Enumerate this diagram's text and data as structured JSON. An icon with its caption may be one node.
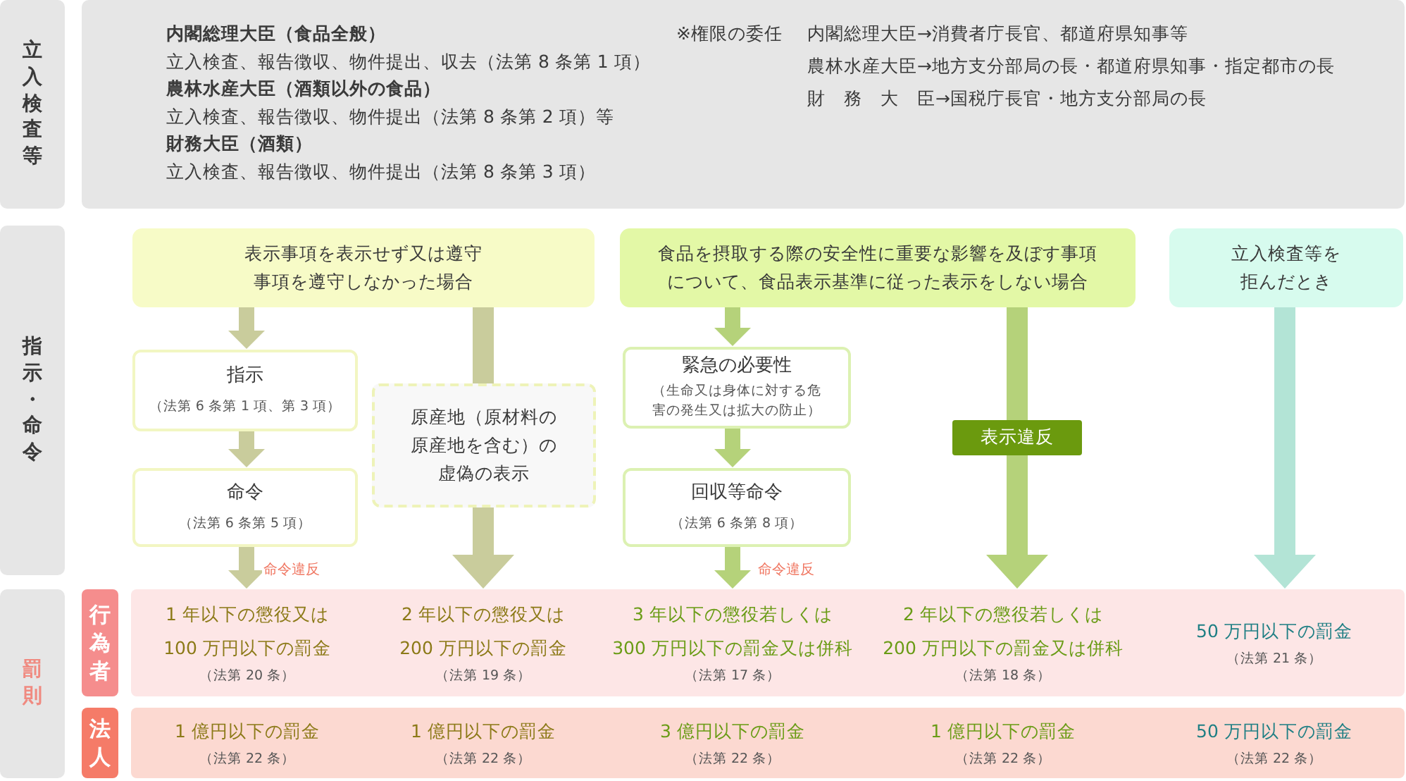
{
  "diagram": {
    "nodes": [
      {
        "text": [
          "立入検査等"
        ]
      },
      {
        "text": [
          "内閣総理大臣（食品全般）",
          "立入検査、報告徴収、物件提出、収去（法第 8 条第 1 項）",
          "農林水産大臣（酒類以外の食品）",
          "立入検査、報告徴収、物件提出（法第 8 条第 2 項）等",
          "財務大臣（酒類）",
          "立入検査、報告徴収、物件提出（法第 8 条第 3 項）",
          "※権限の委任",
          "内閣総理大臣→消費者庁長官、都道府県知事等",
          "農林水産大臣→地方支分部局の長・都道府県知事・指定都市の長",
          "財　務　大　臣→国税庁長官・地方支分部局の長"
        ]
      },
      {
        "text": [
          "指示・命令"
        ]
      },
      {
        "text": [
          "表示事項を表示せず又は遵守事項を遵守しなかった場合"
        ]
      },
      {
        "text": [
          "食品を摂取する際の安全性に重要な影響を及ぼす事項について、食品表示基準に従った表示をしない場合"
        ]
      },
      {
        "text": [
          "立入検査等を拒んだとき"
        ]
      },
      {
        "text": [
          "指示",
          "（法第 6 条第 1 項、第 3 項）"
        ]
      },
      {
        "text": [
          "命令",
          "（法第 6 条第 5 項）"
        ]
      },
      {
        "text": [
          "原産地（原材料の原産地を含む）の虚偽の表示"
        ]
      },
      {
        "text": [
          "緊急の必要性",
          "（生命又は身体に対する危害の発生又は拡大の防止）"
        ]
      },
      {
        "text": [
          "回収等命令",
          "（法第 6 条第 8 項）"
        ]
      },
      {
        "text": [
          "罰則"
        ]
      },
      {
        "text": [
          "行為者"
        ]
      },
      {
        "text": [],
        "shape": "box"
      },
      {
        "text": [
          "1 年以下の懲役又は100 万円以下の罰金",
          "（法第 20 条）"
        ],
        "in": 13
      },
      {
        "text": [
          "2 年以下の懲役又は200 万円以下の罰金",
          "（法第 19 条）"
        ],
        "in": 13
      },
      {
        "text": [
          "3 年以下の懲役若しくは300 万円以下の罰金又は併科",
          "（法第 17 条）"
        ],
        "in": 13
      },
      {
        "text": [
          "2 年以下の懲役若しくは200 万円以下の罰金又は併科",
          "（法第 18 条）"
        ],
        "in": 13
      },
      {
        "text": [
          "50 万円以下の罰金",
          "（法第 21 条）"
        ],
        "in": 13
      },
      {
        "text": [
          "法人"
        ]
      },
      {
        "text": [],
        "shape": "box"
      },
      {
        "text": [
          "1 億円以下の罰金",
          "（法第 22 条）"
        ],
        "in": 20
      },
      {
        "text": [
          "1 億円以下の罰金",
          "（法第 22 条）"
        ],
        "in": 20
      },
      {
        "text": [
          "3 億円以下の罰金",
          "（法第 22 条）"
        ],
        "in": 20
      },
      {
        "text": [
          "1 億円以下の罰金",
          "（法第 22 条）"
        ],
        "in": 20
      },
      {
        "text": [
          "50 万円以下の罰金",
          "（法第 22 条）"
        ],
        "in": 20
      }
    ],
    "edges": [
      {
        "from": 3,
        "to": 6,
        "arrow": "to"
      },
      {
        "from": 6,
        "to": 7,
        "arrow": "to"
      },
      {
        "from": 7,
        "to": 14,
        "arrow": "to",
        "label": "命令違反"
      },
      {
        "from": 3,
        "to": 8,
        "arrow": "none"
      },
      {
        "from": 8,
        "to": 15,
        "arrow": "to"
      },
      {
        "from": 4,
        "to": 9,
        "arrow": "to",
        "color": "#b5d27a"
      },
      {
        "from": 9,
        "to": 10,
        "arrow": "to",
        "color": "#b5d27a"
      },
      {
        "from": 10,
        "to": 16,
        "arrow": "to",
        "label": "命令違反",
        "color": "#b5d27a"
      },
      {
        "from": 4,
        "to": 17,
        "arrow": "to",
        "label": "表示違反",
        "color": "#b5d27a"
      },
      {
        "from": 5,
        "to": 18,
        "arrow": "to",
        "color": "#b3e4d6"
      }
    ]
  }
}
